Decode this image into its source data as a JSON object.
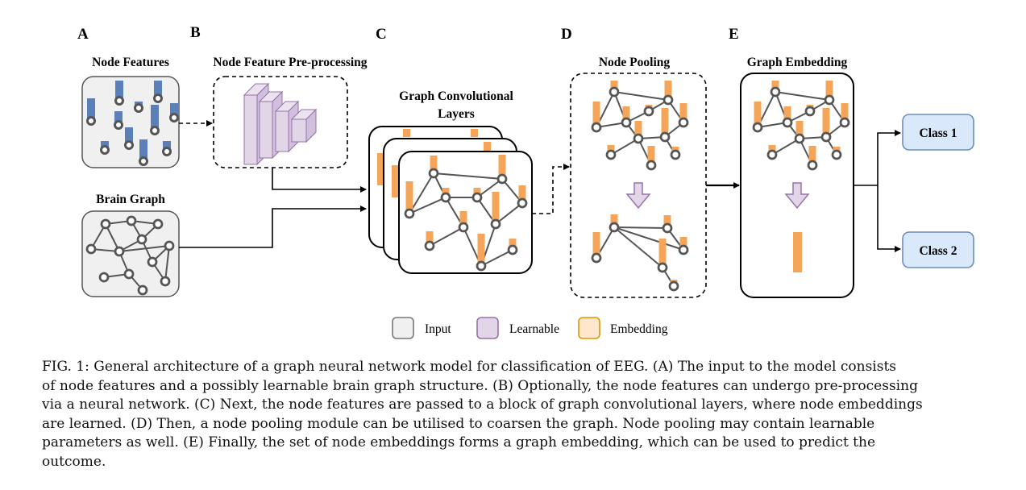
{
  "panel_letters": [
    "A",
    "B",
    "C",
    "D",
    "E"
  ],
  "titles": {
    "node_features": "Node Features",
    "preprocessing": "Node Feature Pre-processing",
    "brain_graph": "Brain Graph",
    "gcn_line1": "Graph Convolutional",
    "gcn_line2": "Layers",
    "node_pooling": "Node Pooling",
    "graph_embedding": "Graph Embedding"
  },
  "classes": [
    "Class 1",
    "Class 2"
  ],
  "legend": [
    {
      "label": "Input",
      "fill": "#f0f0f0",
      "stroke": "#777777"
    },
    {
      "label": "Learnable",
      "fill": "#e1d5e7",
      "stroke": "#9673a6"
    },
    {
      "label": "Embedding",
      "fill": "#ffe6cc",
      "stroke": "#d79b00"
    }
  ],
  "colors": {
    "feature_bar": "#5b7fb8",
    "embedding_bar": "#f5a55a",
    "learnable_fill": "#e1d5e7",
    "learnable_stroke": "#9673a6",
    "class_fill": "#dae8fc",
    "class_stroke": "#6c8ebf",
    "node": "#555555"
  },
  "caption_lines": [
    "FIG. 1: General architecture of a graph neural network model for classification of EEG. (A) The input to the model consists",
    "of node features and a possibly learnable brain graph structure. (B) Optionally, the node features can undergo pre-processing",
    "via a neural network. (C) Next, the node features are passed to a block of graph convolutional layers, where node embeddings",
    "are learned. (D) Then, a node pooling module can be utilised to coarsen the graph. Node pooling may contain learnable",
    "parameters as well. (E) Finally, the set of node embeddings forms a graph embedding, which can be used to predict the",
    "outcome."
  ]
}
